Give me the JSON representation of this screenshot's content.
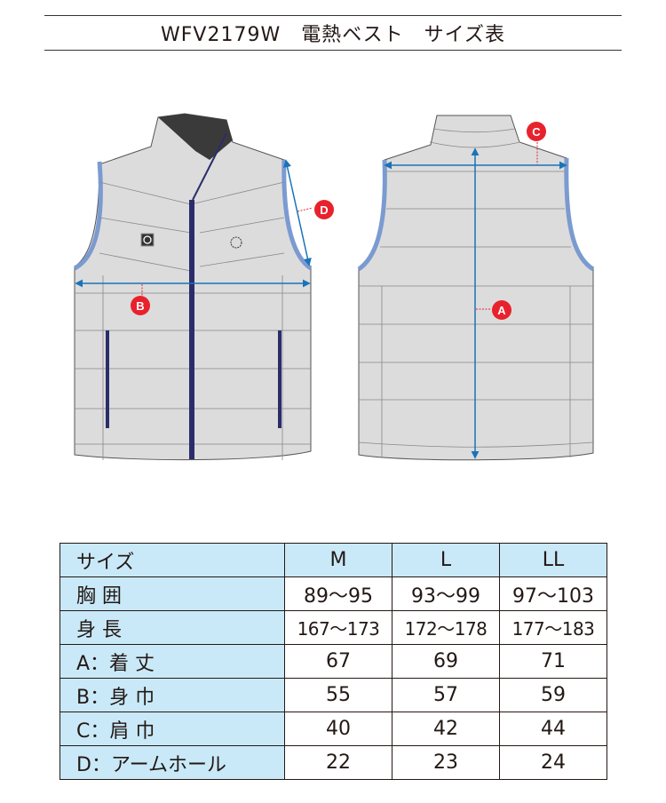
{
  "header": {
    "title": "WFV2179W　電熱ベスト　サイズ表"
  },
  "illustration": {
    "front_view": "vest-front",
    "back_view": "vest-back",
    "markers": [
      {
        "id": "A",
        "meaning": "着丈",
        "color": "#e8222d"
      },
      {
        "id": "B",
        "meaning": "身巾",
        "color": "#e8222d"
      },
      {
        "id": "C",
        "meaning": "肩巾",
        "color": "#e8222d"
      },
      {
        "id": "D",
        "meaning": "アームホール",
        "color": "#e8222d"
      }
    ],
    "arrow_color": "#1a73b8",
    "vest_color": "#dcdcdc",
    "trim_color": "#7b9bd0",
    "zipper_color": "#2b2d6b"
  },
  "table": {
    "header": {
      "label": "サイズ",
      "sizes": [
        "M",
        "L",
        "LL"
      ]
    },
    "rows": [
      {
        "label": "胸 囲",
        "values": [
          "89〜95",
          "93〜99",
          "97〜103"
        ]
      },
      {
        "label": "身 長",
        "values": [
          "167〜173",
          "172〜178",
          "177〜183"
        ]
      },
      {
        "label": "A：着 丈",
        "values": [
          "67",
          "69",
          "71"
        ]
      },
      {
        "label": "B：身 巾",
        "values": [
          "55",
          "57",
          "59"
        ]
      },
      {
        "label": "C：肩 巾",
        "values": [
          "40",
          "42",
          "44"
        ]
      },
      {
        "label": "D：アームホール",
        "values": [
          "22",
          "23",
          "24"
        ]
      }
    ],
    "header_bg": "#c9e9f8"
  }
}
